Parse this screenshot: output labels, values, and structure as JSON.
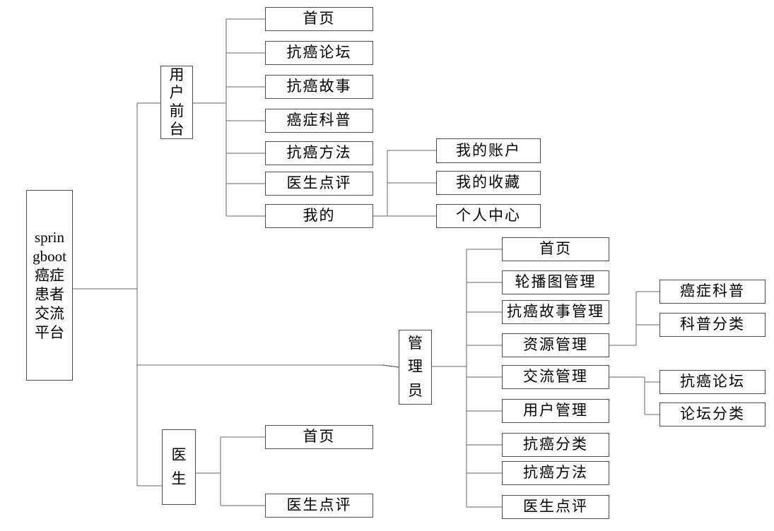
{
  "colors": {
    "background": "#ffffff",
    "box_border": "#4c4c4c",
    "connector_line": "#646464",
    "text": "#000000"
  },
  "tree": {
    "label": "springboot癌症患者交流平台",
    "display": "sprin\ngboot\n癌症\n患者\n交流\n平台",
    "children": [
      {
        "label": "用户前台",
        "display": "用\n户\n前\n台",
        "children": [
          {
            "label": "首页"
          },
          {
            "label": "抗癌论坛"
          },
          {
            "label": "抗癌故事"
          },
          {
            "label": "癌症科普"
          },
          {
            "label": "抗癌方法"
          },
          {
            "label": "医生点评"
          },
          {
            "label": "我的",
            "children": [
              {
                "label": "我的账户"
              },
              {
                "label": "我的收藏"
              },
              {
                "label": "个人中心"
              }
            ]
          }
        ]
      },
      {
        "label": "管理员",
        "display": "管\n理\n员",
        "children": [
          {
            "label": "首页"
          },
          {
            "label": "轮播图管理"
          },
          {
            "label": "抗癌故事管理"
          },
          {
            "label": "资源管理",
            "children": [
              {
                "label": "癌症科普"
              },
              {
                "label": "科普分类"
              }
            ]
          },
          {
            "label": "交流管理",
            "children": [
              {
                "label": "抗癌论坛"
              },
              {
                "label": "论坛分类"
              }
            ]
          },
          {
            "label": "用户管理"
          },
          {
            "label": "抗癌分类"
          },
          {
            "label": "抗癌方法"
          },
          {
            "label": "医生点评"
          }
        ]
      },
      {
        "label": "医生",
        "display": "医\n生",
        "children": [
          {
            "label": "首页"
          },
          {
            "label": "医生点评"
          }
        ]
      }
    ]
  }
}
